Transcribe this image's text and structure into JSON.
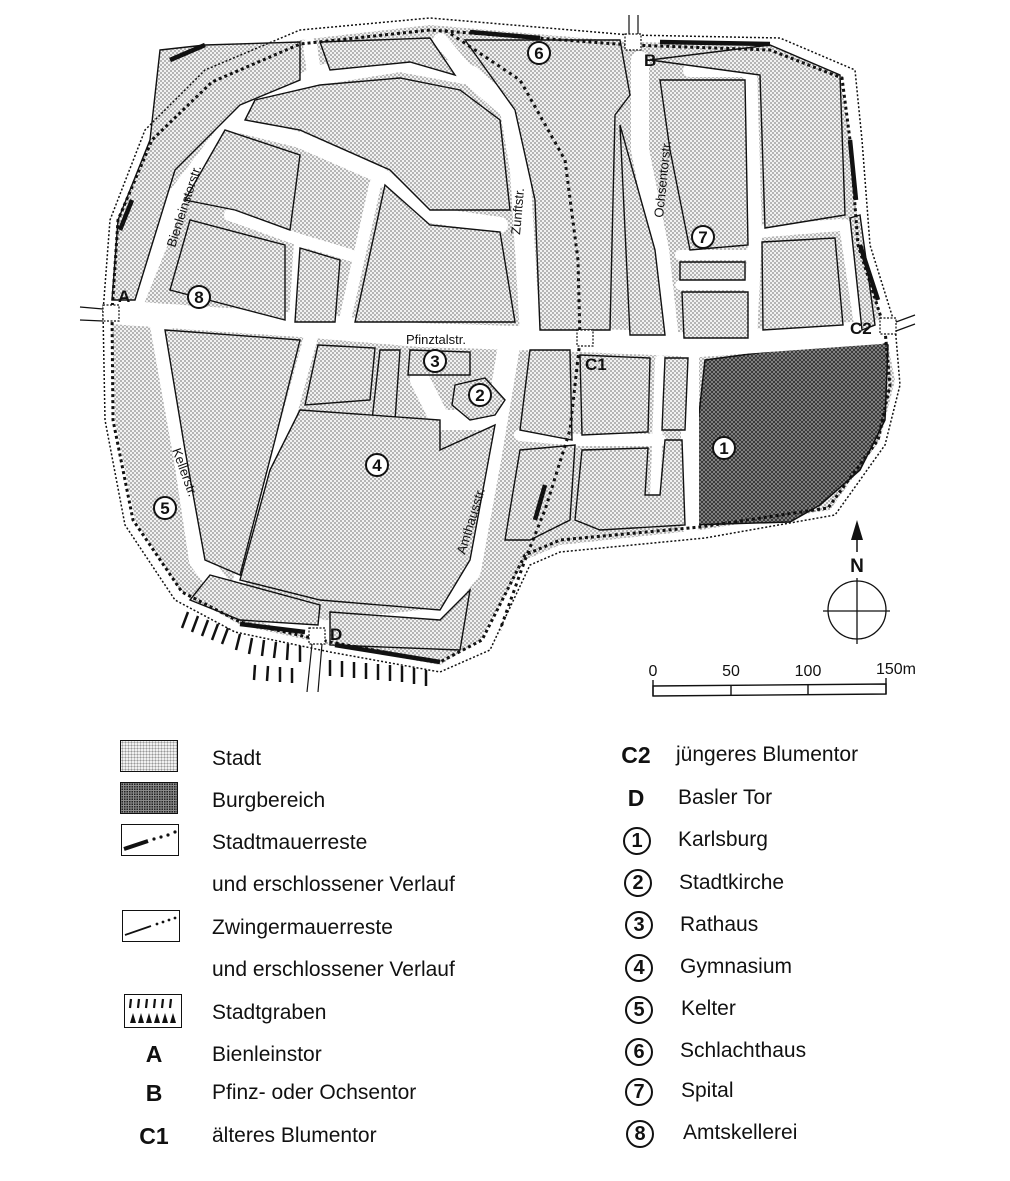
{
  "map": {
    "streets": {
      "bienleinstorstr": "Bienleinstorstr.",
      "zunftstr": "Zunftstr.",
      "pfinztalstr": "Pfinztalstr.",
      "ochsentorstr": "Ochsentorstr.",
      "kellerstr": "Kellerstr.",
      "amthausstr": "Amthausstr."
    },
    "gates": {
      "A": "A",
      "B": "B",
      "C1": "C1",
      "C2": "C2",
      "D": "D"
    },
    "sites": {
      "1": "1",
      "2": "2",
      "3": "3",
      "4": "4",
      "5": "5",
      "6": "6",
      "7": "7",
      "8": "8"
    },
    "north_label": "N",
    "scale": {
      "ticks": [
        "0",
        "50",
        "100",
        "150m"
      ]
    },
    "colors": {
      "stadt_fill": "#e2e2e2",
      "burg_fill": "#6e6e6e",
      "street_fill": "#ffffff",
      "line": "#111111"
    }
  },
  "legend": {
    "left": [
      {
        "key_type": "swatch-stadt",
        "label": "Stadt"
      },
      {
        "key_type": "swatch-burg",
        "label": "Burgbereich"
      },
      {
        "key_type": "swatch-stadtmauer",
        "label": "Stadtmauerreste"
      },
      {
        "key_type": "none",
        "label": "und erschlossener Verlauf"
      },
      {
        "key_type": "swatch-zwinger",
        "label": "Zwingermauerreste"
      },
      {
        "key_type": "none",
        "label": "und erschlossener Verlauf"
      },
      {
        "key_type": "swatch-graben",
        "label": "Stadtgraben"
      },
      {
        "key": "A",
        "label": "Bienleinstor"
      },
      {
        "key": "B",
        "label": "Pfinz- oder Ochsentor"
      },
      {
        "key": "C1",
        "label": "älteres Blumentor"
      }
    ],
    "right": [
      {
        "key": "C2",
        "label": "jüngeres Blumentor"
      },
      {
        "key": "D",
        "label": "Basler Tor"
      },
      {
        "num": "1",
        "label": "Karlsburg"
      },
      {
        "num": "2",
        "label": "Stadtkirche"
      },
      {
        "num": "3",
        "label": "Rathaus"
      },
      {
        "num": "4",
        "label": "Gymnasium"
      },
      {
        "num": "5",
        "label": "Kelter"
      },
      {
        "num": "6",
        "label": "Schlachthaus"
      },
      {
        "num": "7",
        "label": "Spital"
      },
      {
        "num": "8",
        "label": "Amtskellerei"
      }
    ]
  }
}
